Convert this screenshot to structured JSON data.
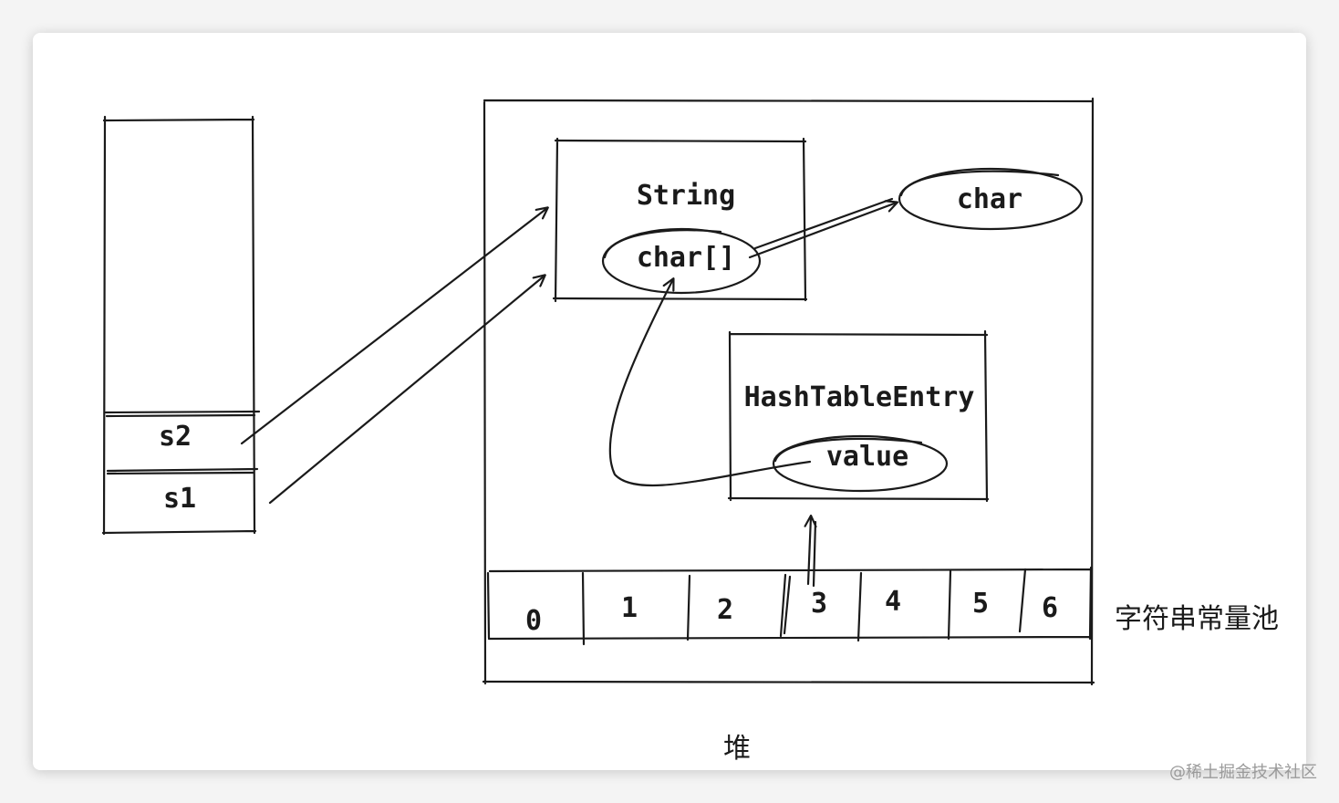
{
  "stack": {
    "slots": [
      "s2",
      "s1"
    ]
  },
  "heap": {
    "label": "堆",
    "string_object": {
      "title": "String",
      "field": "char[]"
    },
    "char_node": "char",
    "hash_entry": {
      "title": "HashTableEntry",
      "field": "value"
    },
    "string_pool": {
      "label": "字符串常量池",
      "cells": [
        "0",
        "1",
        "2",
        "3",
        "4",
        "5",
        "6"
      ]
    }
  },
  "watermark": "@稀土掘金技术社区"
}
